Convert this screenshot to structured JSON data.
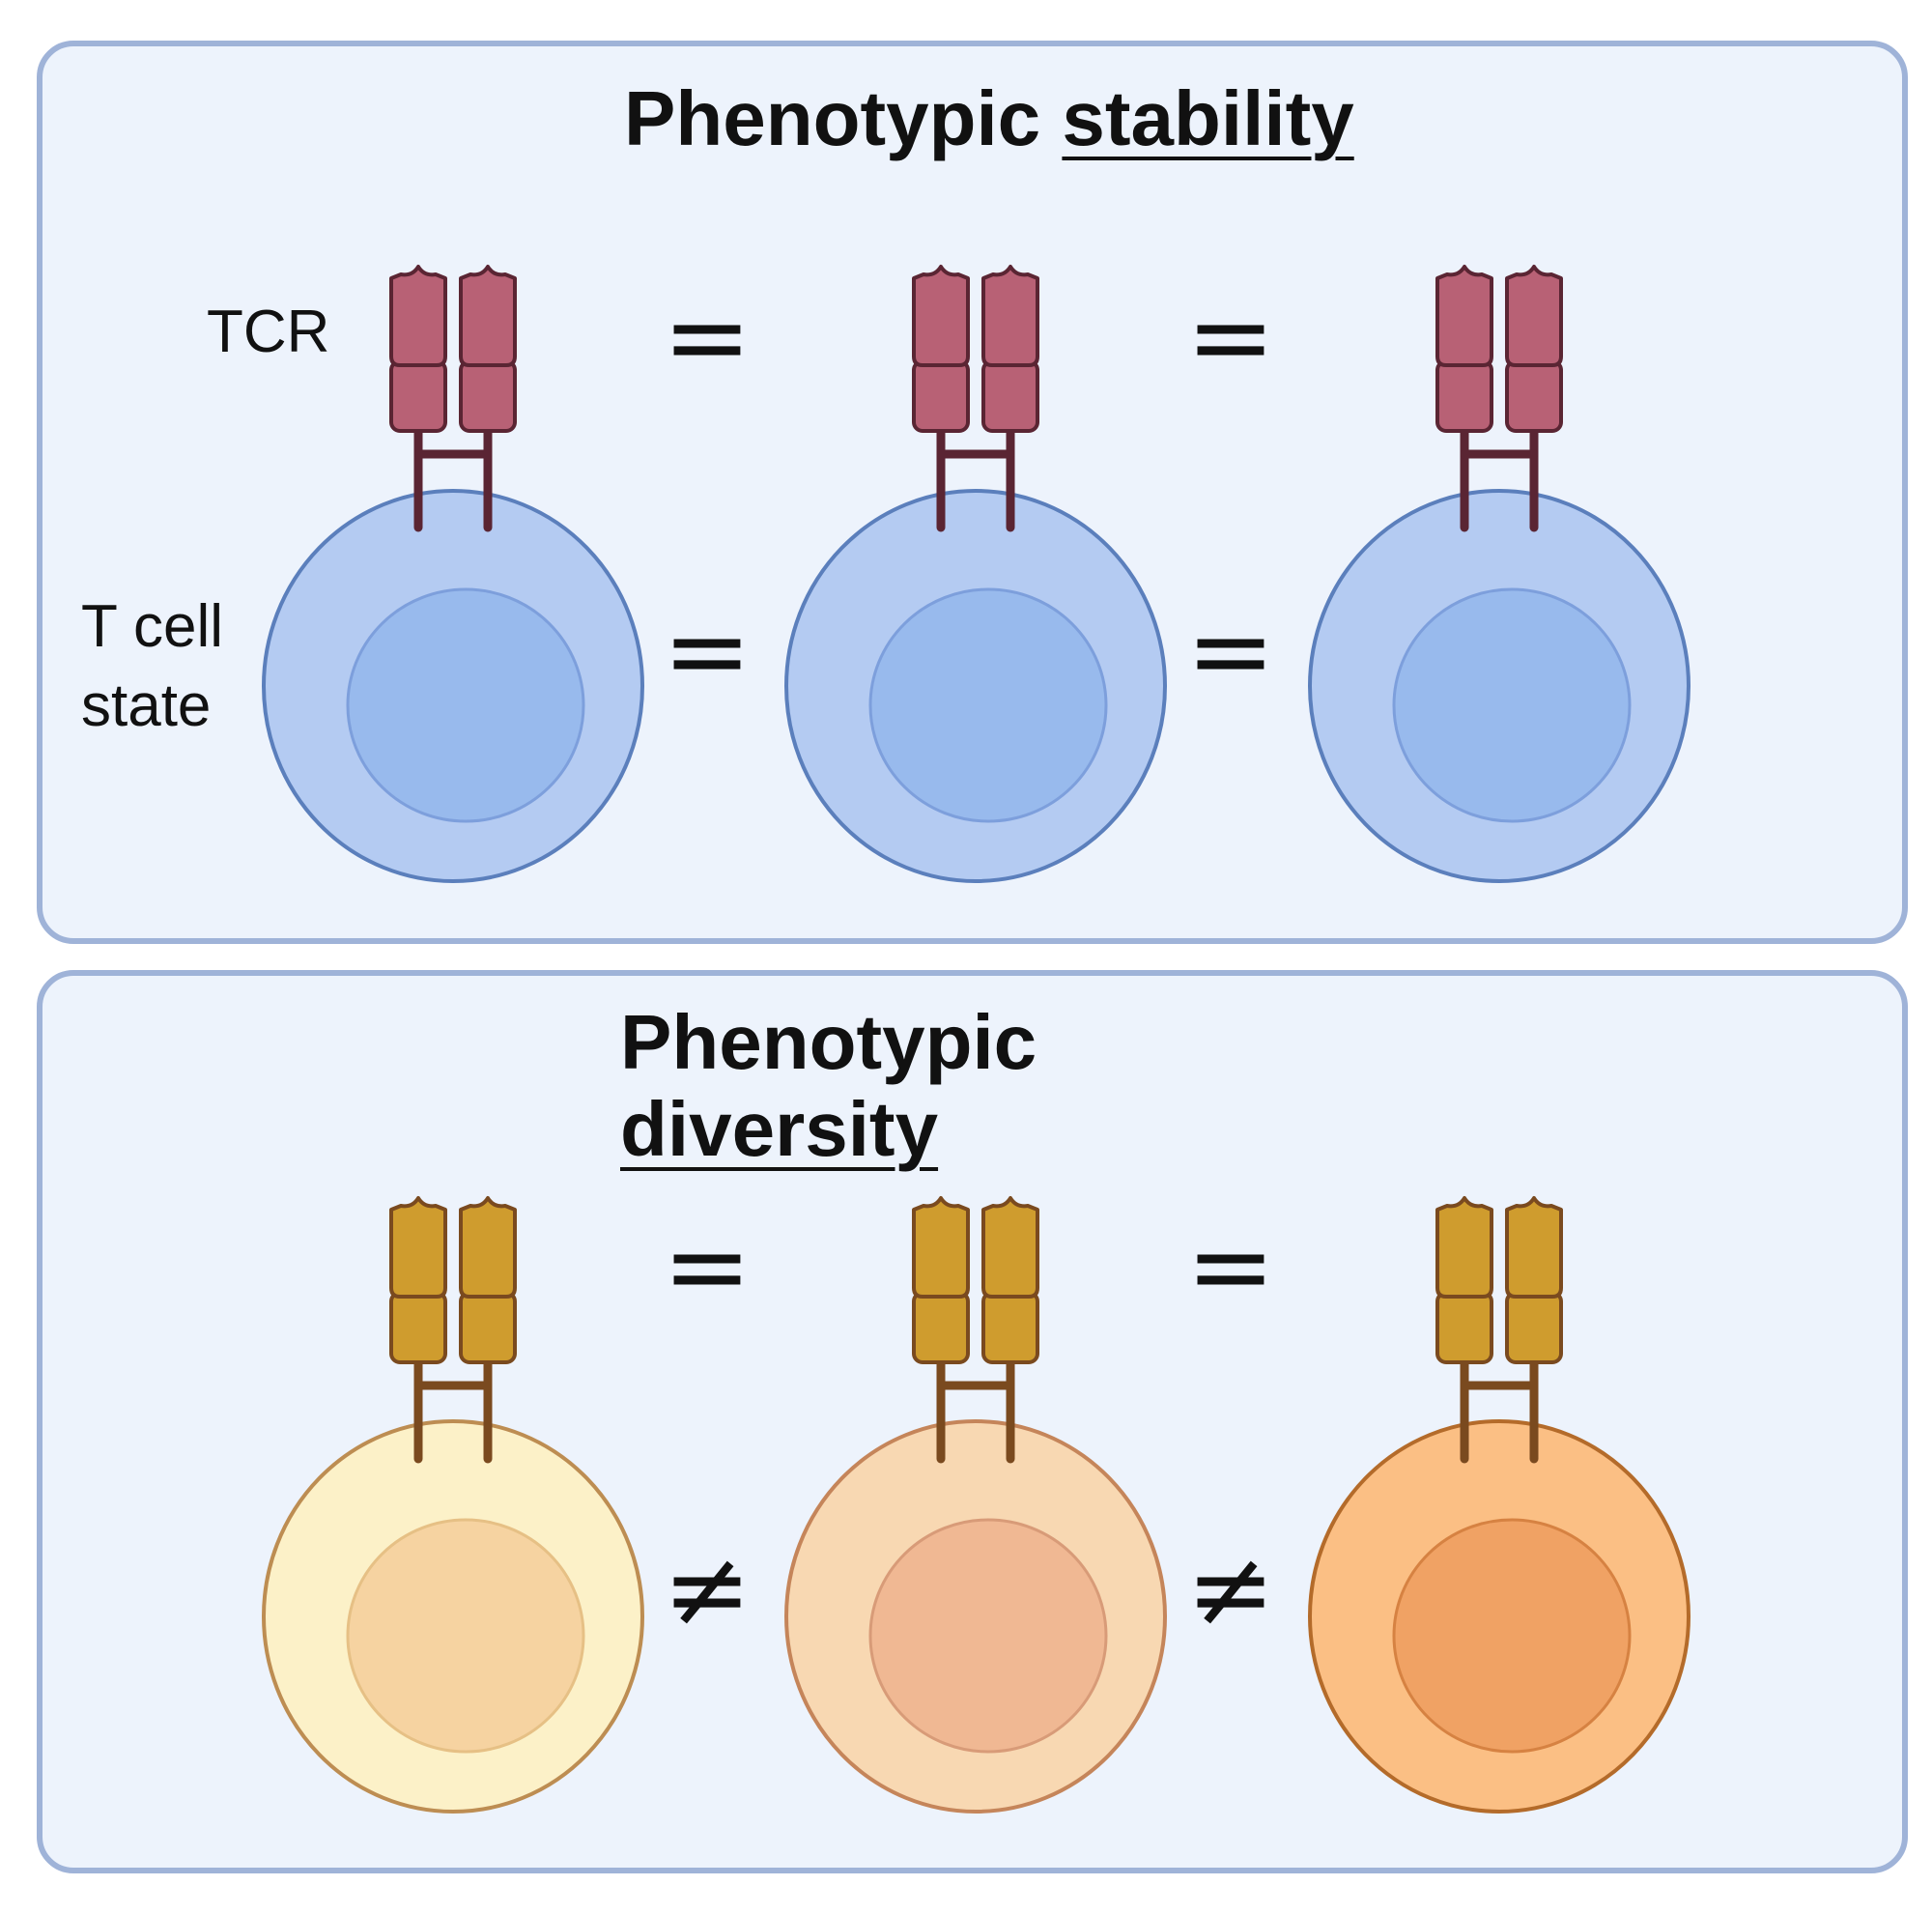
{
  "panels": [
    {
      "title_main": "Phenotypic",
      "title_emphasis": "stability",
      "labels": {
        "receptor": "TCR",
        "state_line1": "T cell",
        "state_line2": "state"
      },
      "receptor_relations": [
        "=",
        "="
      ],
      "state_relations": [
        "=",
        "="
      ],
      "receptor_color": {
        "fill": "#b86175",
        "stroke": "#5a2533"
      },
      "cells": [
        {
          "outer": "#b4cbf2",
          "outer_stroke": "#5b7fbc",
          "nucleus": "#98baed",
          "nucleus_stroke": "#7d9fdc"
        },
        {
          "outer": "#b4cbf2",
          "outer_stroke": "#5b7fbc",
          "nucleus": "#98baed",
          "nucleus_stroke": "#7d9fdc"
        },
        {
          "outer": "#b4cbf2",
          "outer_stroke": "#5b7fbc",
          "nucleus": "#98baed",
          "nucleus_stroke": "#7d9fdc"
        }
      ]
    },
    {
      "title_main": "Phenotypic",
      "title_emphasis": "diversity",
      "receptor_relations": [
        "=",
        "="
      ],
      "state_relations": [
        "≠",
        "≠"
      ],
      "receptor_color": {
        "fill": "#cf9c2e",
        "stroke": "#7a4a1f"
      },
      "cells": [
        {
          "outer": "#fcf1c8",
          "outer_stroke": "#bd8d52",
          "nucleus": "#f6d3a1",
          "nucleus_stroke": "#e6c085"
        },
        {
          "outer": "#f8d8b2",
          "outer_stroke": "#c5855a",
          "nucleus": "#f0b893",
          "nucleus_stroke": "#d89b78"
        },
        {
          "outer": "#fbbf84",
          "outer_stroke": "#b46b2a",
          "nucleus": "#f0a264",
          "nucleus_stroke": "#d68242"
        }
      ]
    }
  ]
}
